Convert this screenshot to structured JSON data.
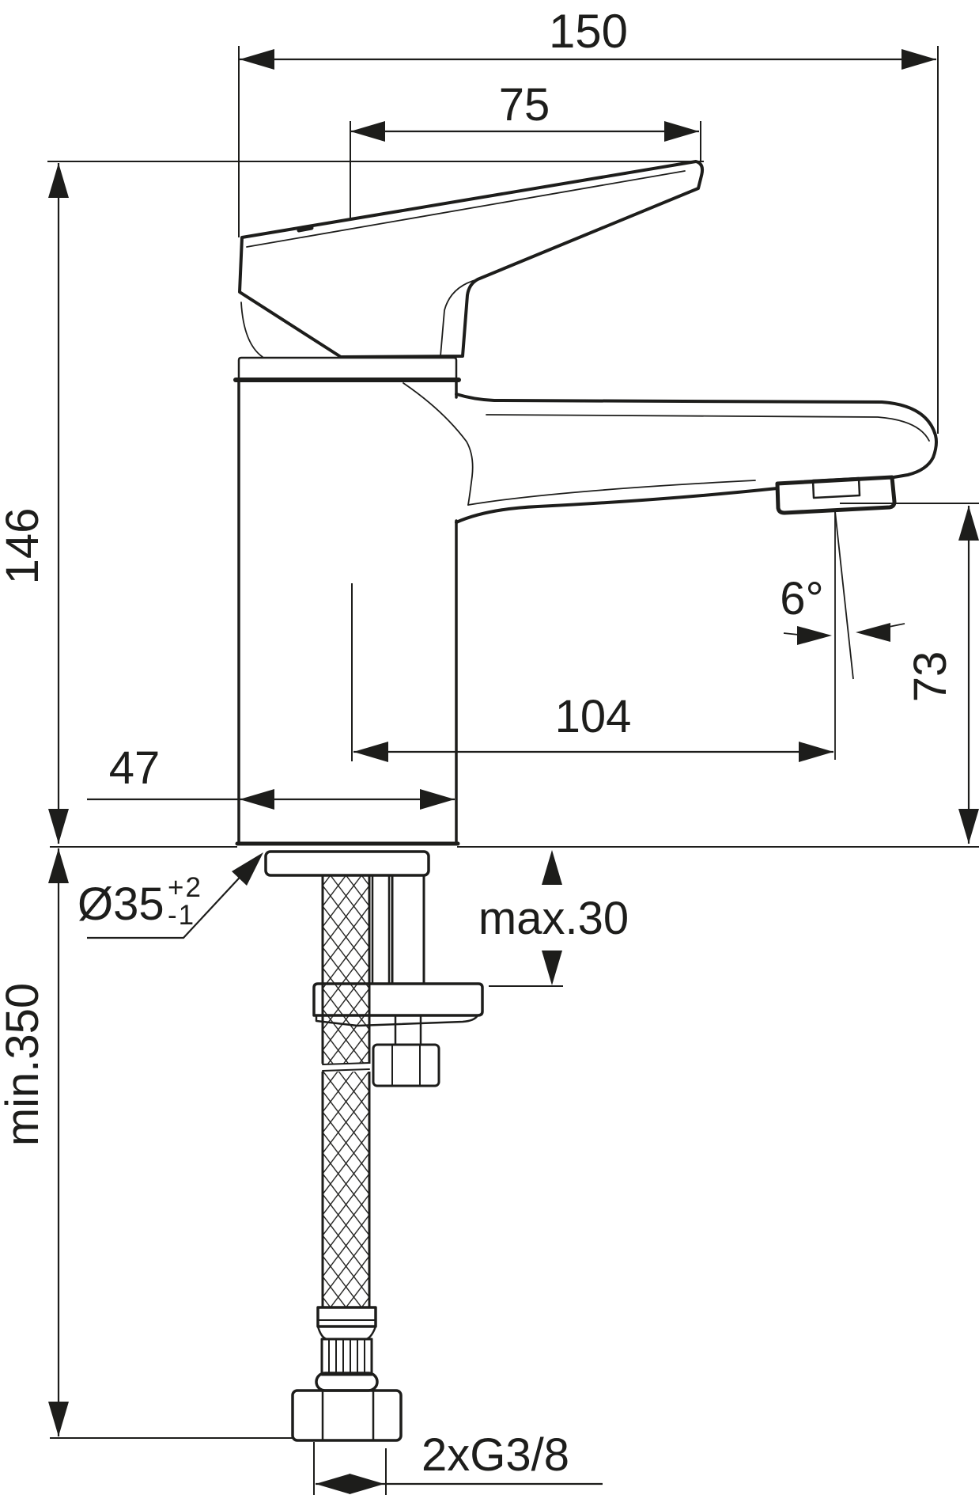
{
  "drawing": {
    "type": "technical-dimension-drawing",
    "subject": "single-lever basin mixer tap, side view with installation dimensions",
    "colors": {
      "line": "#1d1d1b",
      "background": "#ffffff"
    },
    "labels": {
      "overall_depth": "150",
      "handle_length": "75",
      "body_height": "146",
      "spout_angle": "6°",
      "outlet_height": "73",
      "spout_reach": "104",
      "base_depth": "47",
      "deck_thickness": "max.30",
      "hole_diameter": "Ø35",
      "hole_tol_upper": "+2",
      "hole_tol_lower": "-1",
      "hose_clearance": "min.350",
      "supply_connection": "2xG3/8"
    }
  }
}
